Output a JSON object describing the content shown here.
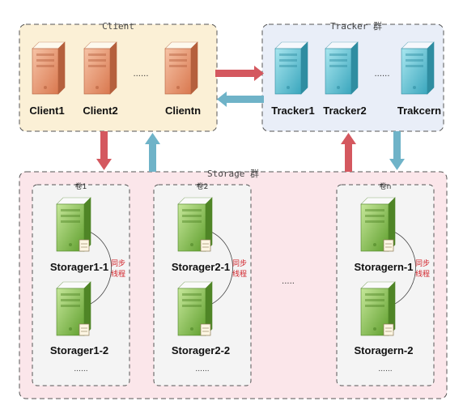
{
  "groups": {
    "client": "Client",
    "tracker": "Tracker 群",
    "storage": "Storage 群"
  },
  "clients": [
    "Client1",
    "Client2",
    "Clientn"
  ],
  "trackers": [
    "Tracker1",
    "Tracker2",
    "Trakcern"
  ],
  "ellipsis": "......",
  "volumes": [
    {
      "label": "卷1",
      "servers": [
        "Storager1-1",
        "Storager1-2"
      ]
    },
    {
      "label": "卷2",
      "servers": [
        "Storager2-1",
        "Storager2-2"
      ]
    },
    {
      "label": "卷n",
      "servers": [
        "Storagern-1",
        "Storagern-2"
      ]
    }
  ],
  "sync_label": [
    "同步",
    "线程"
  ],
  "volume_ellipsis": ".....",
  "colors": {
    "client_bg": "#fbf0d6",
    "tracker_bg": "#e9eef8",
    "storage_bg": "#fbe6ea",
    "volume_bg": "#f4f4f4",
    "client_server": "#e9a07c",
    "tracker_server": "#5fc3d4",
    "storage_server": "#86c24a",
    "arrow_red": "#d4585f",
    "arrow_blue": "#6fb3c8"
  }
}
